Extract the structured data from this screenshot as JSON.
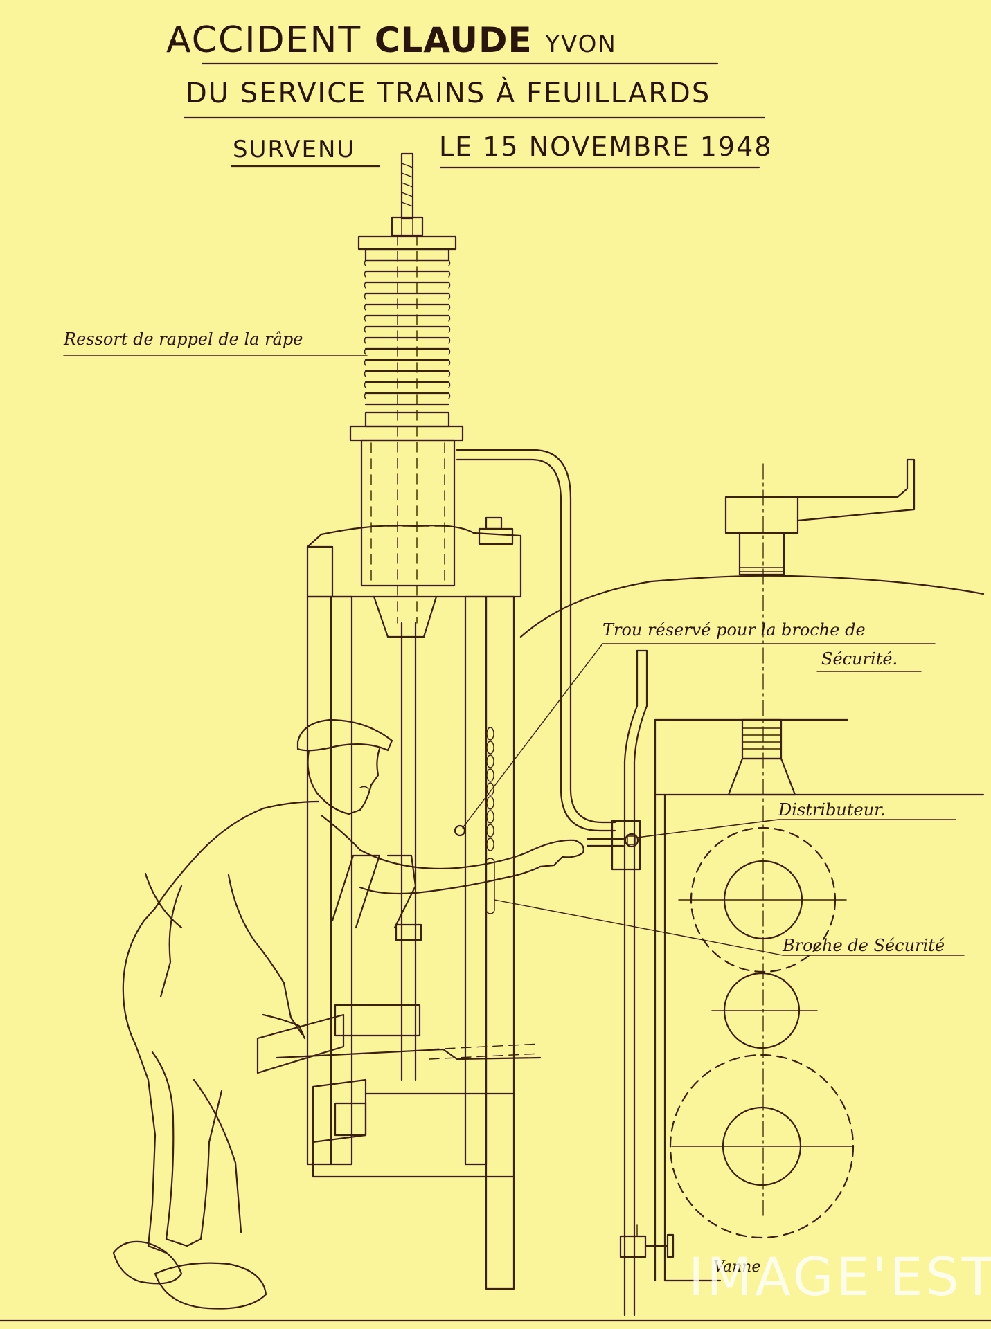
{
  "title": {
    "line1_prefix": "ACCIDENT",
    "line1_name": "CLAUDE",
    "line1_suffix": "YVON",
    "line2": "DU SERVICE TRAINS À FEUILLARDS",
    "line3_left": "SURVENU",
    "line3_right": "LE 15 NOVEMBRE 1948"
  },
  "labels": {
    "ressort": "Ressort de rappel de la râpe",
    "trou_line1": "Trou réservé pour la broche de",
    "trou_line2": "Sécurité.",
    "distributeur": "Distributeur.",
    "broche": "Broche de Sécurité",
    "vanne": "Vanne"
  },
  "watermark": "IMAGE'EST",
  "colors": {
    "paper": "#faf49a",
    "ink": "#3a1f12"
  }
}
